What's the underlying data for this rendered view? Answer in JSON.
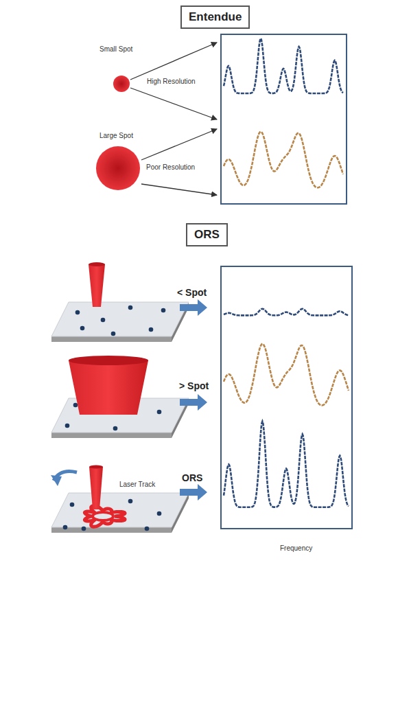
{
  "diagram": {
    "nodes": [
      {
        "text": [
          "Entendue"
        ]
      },
      {
        "text": [
          "ORS"
        ]
      }
    ],
    "labels": [
      "Small Spot",
      "High Resolution",
      "Large Spot",
      "Poor Resolution",
      "< Spot",
      "> Spot",
      "Laser Track",
      "ORS",
      "Frequency"
    ]
  }
}
